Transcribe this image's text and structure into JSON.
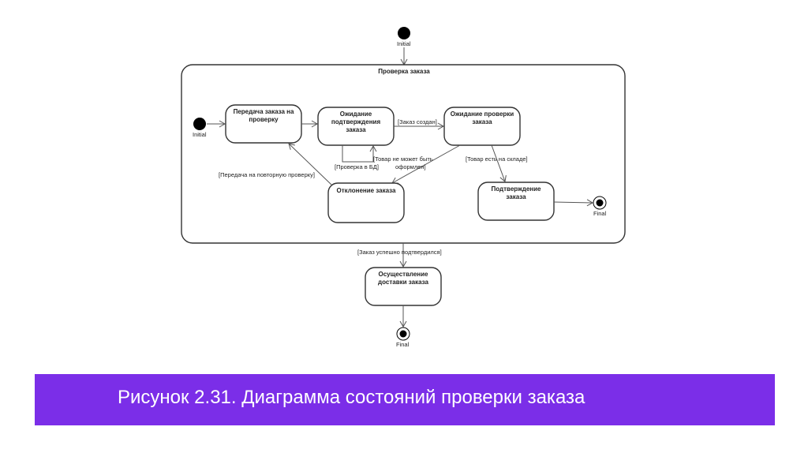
{
  "diagram": {
    "composite_title": "Проверка заказа",
    "initial_label": "Initial",
    "final_label": "Final",
    "states": {
      "transfer": [
        "Передача заказа на",
        "проверку"
      ],
      "await_confirm": [
        "Ожидание",
        "подтверждения",
        "заказа"
      ],
      "await_check": [
        "Ожидание проверки",
        "заказа"
      ],
      "reject": [
        "Отклонение заказа"
      ],
      "confirm": [
        "Подтверждение",
        "заказа"
      ],
      "delivery": [
        "Осуществление",
        "доставки заказа"
      ]
    },
    "transitions": {
      "order_created": "[Заказ создан]",
      "db_check": "[Проверка в БД]",
      "cannot_form": [
        "[Товар не может быть",
        "оформлен]"
      ],
      "in_stock": "[Товар есть на складе]",
      "resend": "[Передача на повторную проверку]",
      "confirmed": "[Заказ успешно подтвердился]"
    }
  },
  "caption": "Рисунок 2.31. Диаграмма состояний проверки заказа",
  "colors": {
    "caption_bar": "#7b2ee8",
    "caption_text": "#ffffff"
  }
}
